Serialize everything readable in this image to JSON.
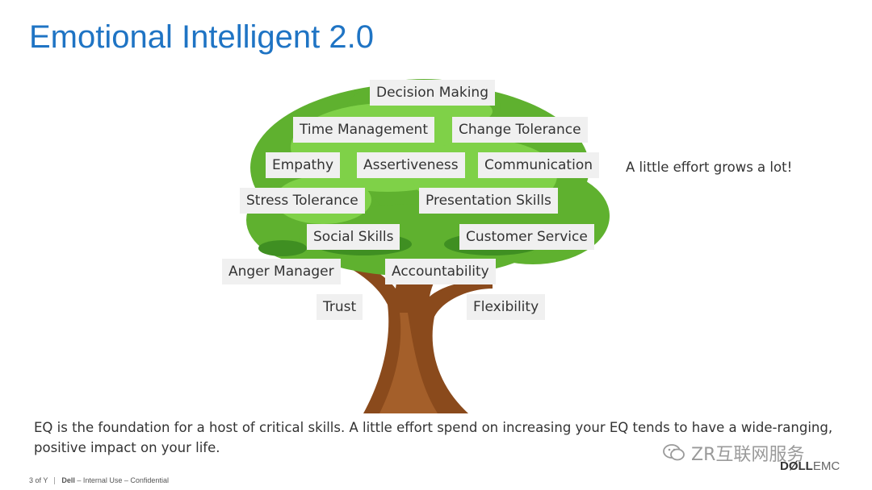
{
  "slide": {
    "title": "Emotional Intelligent 2.0",
    "tagline": "A little effort grows a lot!",
    "body": "EQ is the foundation for a host of critical skills. A little effort spend on increasing your EQ tends to have a wide-ranging, positive impact on your life."
  },
  "skills": [
    "Decision Making",
    "Time Management",
    "Change Tolerance",
    "Empathy",
    "Assertiveness",
    "Communication",
    "Stress Tolerance",
    "Presentation Skills",
    "Social Skills",
    "Customer Service",
    "Anger Manager",
    "Accountability",
    "Trust",
    "Flexibility"
  ],
  "footer": {
    "page": "3 of Y",
    "classification_brand": "Dell",
    "classification_rest": " – Internal Use – Confidential"
  },
  "watermark": {
    "text": "ZR互联网服务"
  },
  "logo": {
    "dell": "DØLL",
    "emc": "EMC"
  },
  "colors": {
    "title": "#1f74c4",
    "foliage": "#6cc33a",
    "trunk": "#8a4a1c"
  }
}
